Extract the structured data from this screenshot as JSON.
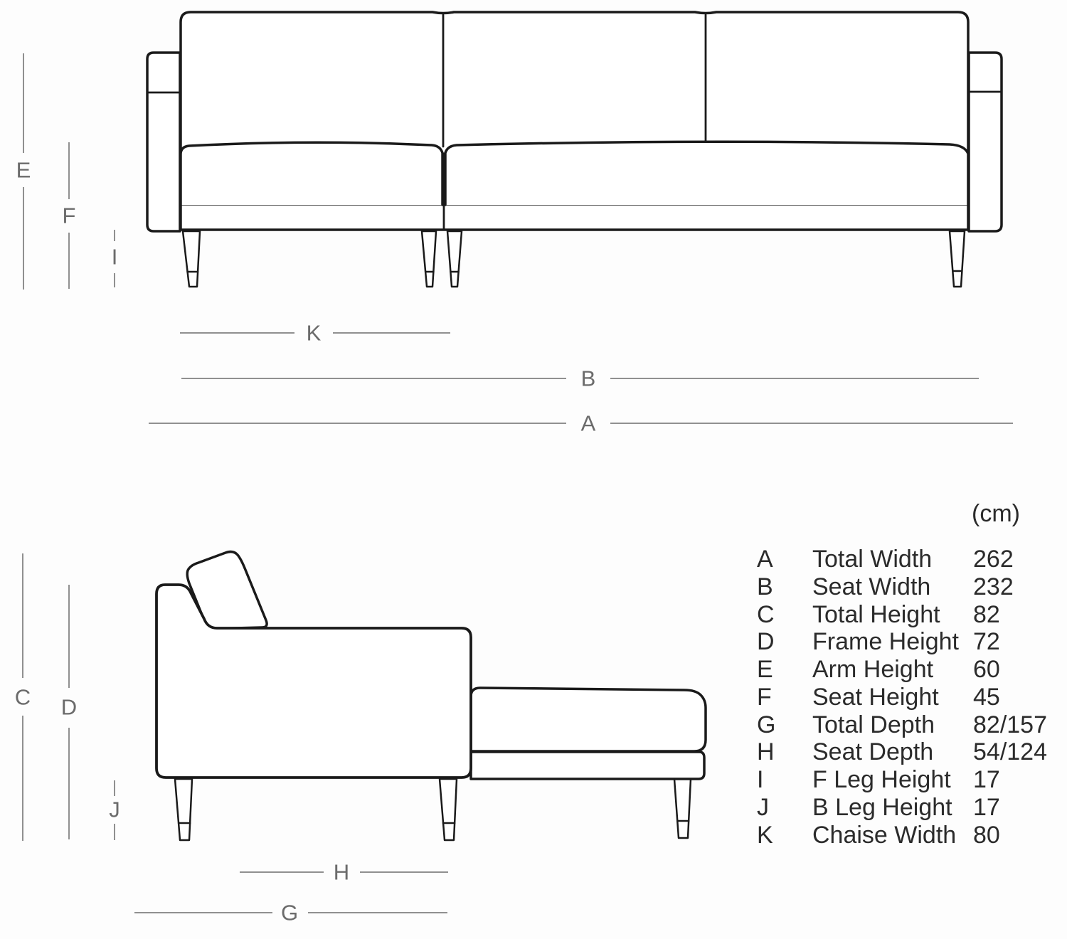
{
  "colors": {
    "outline": "#1a1a1a",
    "dimension_line": "#909090",
    "dimension_label": "#6b6b6b",
    "table_text": "#2b2b2b",
    "background": "#fdfdfd"
  },
  "front_view": {
    "labels": {
      "E": "E",
      "F": "F",
      "I": "I",
      "K": "K",
      "B": "B",
      "A": "A"
    }
  },
  "side_view": {
    "labels": {
      "C": "C",
      "D": "D",
      "J": "J",
      "H": "H",
      "G": "G"
    }
  },
  "dimensions_table": {
    "unit": "(cm)",
    "rows": [
      {
        "letter": "A",
        "name": "Total Width",
        "value": "262"
      },
      {
        "letter": "B",
        "name": "Seat Width",
        "value": "232"
      },
      {
        "letter": "C",
        "name": "Total Height",
        "value": "82"
      },
      {
        "letter": "D",
        "name": "Frame Height",
        "value": "72"
      },
      {
        "letter": "E",
        "name": "Arm Height",
        "value": "60"
      },
      {
        "letter": "F",
        "name": "Seat Height",
        "value": "45"
      },
      {
        "letter": "G",
        "name": "Total Depth",
        "value": "82/157"
      },
      {
        "letter": "H",
        "name": "Seat Depth",
        "value": "54/124"
      },
      {
        "letter": "I",
        "name": "F Leg Height",
        "value": "17"
      },
      {
        "letter": "J",
        "name": "B Leg Height",
        "value": "17"
      },
      {
        "letter": "K",
        "name": "Chaise Width",
        "value": "80"
      }
    ]
  }
}
